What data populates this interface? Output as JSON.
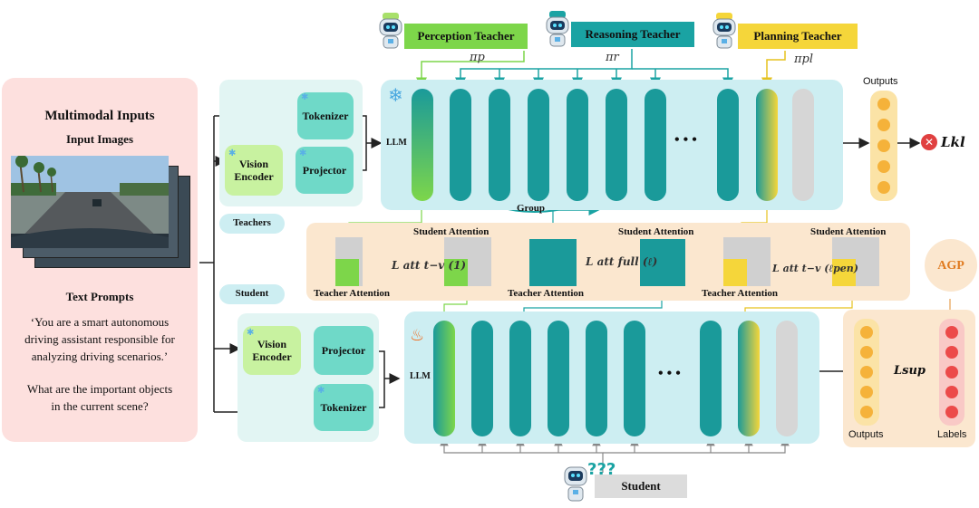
{
  "teachers": {
    "perception": "Perception Teacher",
    "reasoning": "Reasoning Teacher",
    "planning": "Planning Teacher",
    "pi_p": "πp",
    "pi_r": "πr",
    "pi_pl": "πpl"
  },
  "inputs": {
    "title": "Multimodal Inputs",
    "images_title": "Input Images",
    "prompts_title": "Text Prompts",
    "prompt_line1": "‘You are a smart autonomous",
    "prompt_line2": "driving assistant responsible for",
    "prompt_line3": "analyzing driving scenarios.’",
    "question_line1": "What are the important objects",
    "question_line2": "in the current scene?"
  },
  "teacher_branch": {
    "tag": "Teachers",
    "tokenizer": "Tokenizer",
    "vision_encoder": "Vision Encoder",
    "projector": "Projector",
    "llm": "LLM",
    "group": "Group",
    "ellipsis": "• • •",
    "outputs": "Outputs",
    "loss": "Lkl"
  },
  "attention": {
    "student_attention": "Student Attention",
    "teacher_attention": "Teacher Attention",
    "loss_tv_1": "L att t−v (1)",
    "loss_full": "L att full (ℓ)",
    "loss_tv_pen": "L att t−v (ℓpen)",
    "agp": "AGP"
  },
  "student_branch": {
    "tag": "Student",
    "vision_encoder": "Vision Encoder",
    "projector": "Projector",
    "tokenizer": "Tokenizer",
    "llm": "LLM",
    "ellipsis": "• • •",
    "outputs": "Outputs",
    "labels": "Labels",
    "loss": "Lsup",
    "student": "Student",
    "qmarks": "???"
  },
  "colors": {
    "perception": "#7dd64a",
    "reasoning": "#1aa3a3",
    "planning": "#f5d63a",
    "teal": "#1a9a9a",
    "panel_blue": "#cdeef2",
    "panel_peach": "#fbe7cf",
    "input_pink": "#fde0de"
  }
}
